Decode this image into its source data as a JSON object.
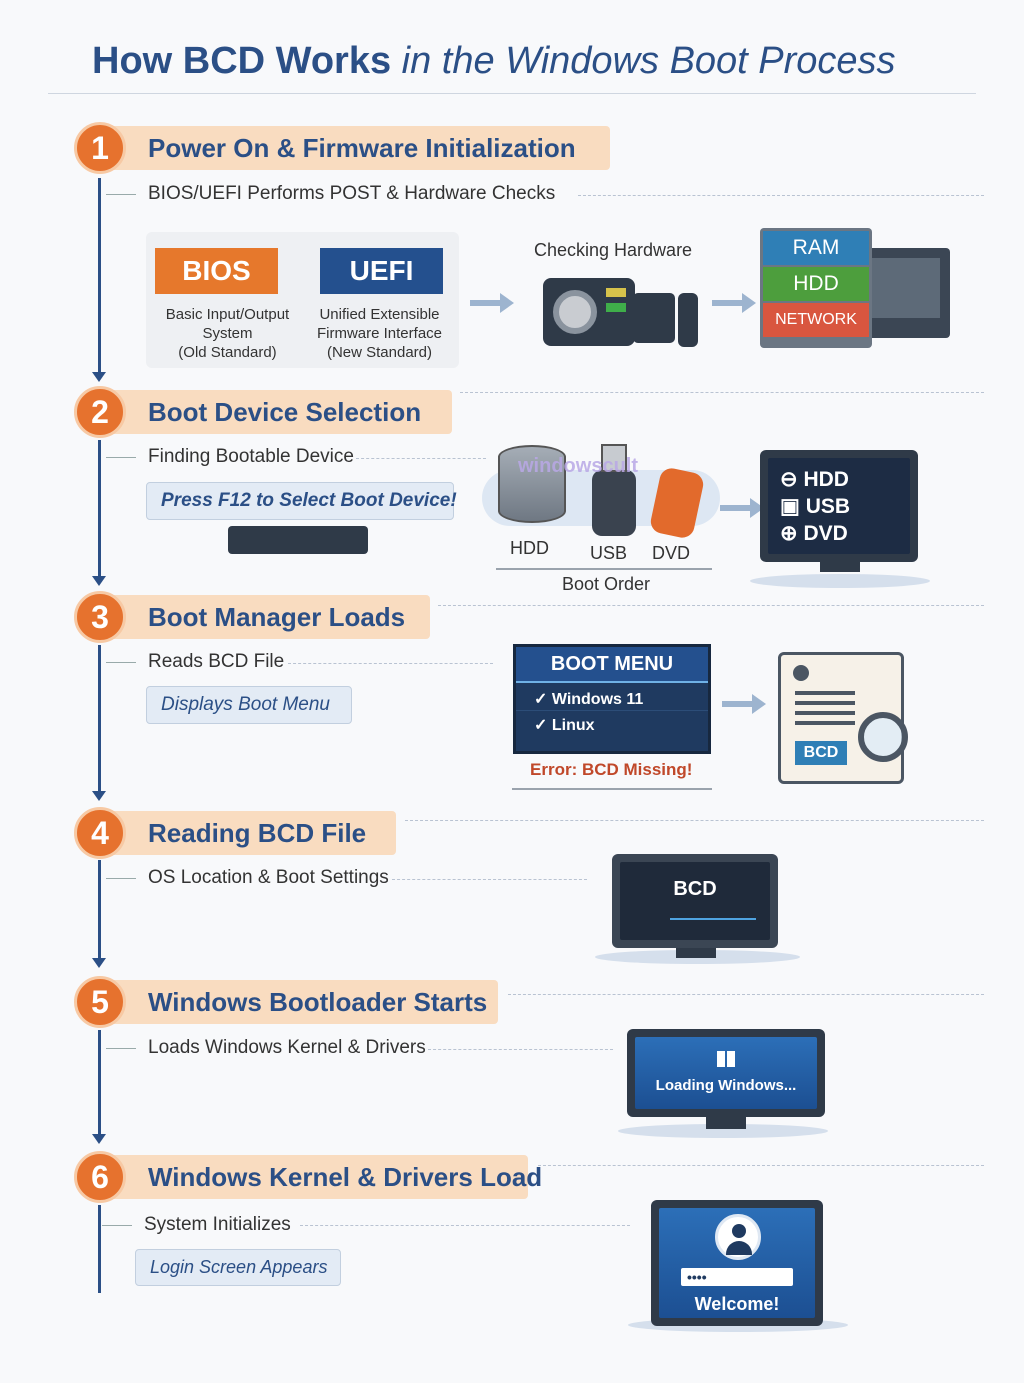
{
  "title": {
    "bold": "How BCD Works",
    "italic": "in the Windows Boot Process"
  },
  "colors": {
    "accent": "#2b4f86",
    "orange": "#e6722e",
    "peach": "#f9dcc0"
  },
  "steps": [
    {
      "number": "1",
      "title": "Power On & Firmware Initialization",
      "subtitle": "BIOS/UEFI Performs POST & Hardware Checks"
    },
    {
      "number": "2",
      "title": "Boot Device Selection",
      "subtitle": "Finding Bootable Device",
      "pill": "Press F12 to Select Boot Device!"
    },
    {
      "number": "3",
      "title": "Boot Manager Loads",
      "subtitle": "Reads BCD File",
      "pill": "Displays Boot Menu"
    },
    {
      "number": "4",
      "title": "Reading BCD File",
      "subtitle": "OS Location & Boot Settings"
    },
    {
      "number": "5",
      "title": "Windows Bootloader Starts",
      "subtitle": "Loads Windows Kernel & Drivers"
    },
    {
      "number": "6",
      "title": "Windows Kernel & Drivers Load",
      "subtitle": "System Initializes",
      "pill": "Login Screen Appears"
    }
  ],
  "firmware": {
    "bios": {
      "name": "BIOS",
      "desc1": "Basic Input/Output",
      "desc2": "System",
      "desc3": "(Old Standard)"
    },
    "uefi": {
      "name": "UEFI",
      "desc1": "Unified Extensible",
      "desc2": "Firmware Interface",
      "desc3": "(New Standard)"
    },
    "checking": "Checking Hardware",
    "hardware": [
      "RAM",
      "HDD",
      "NETWORK"
    ]
  },
  "boot_devices": {
    "devices": [
      "HDD",
      "USB",
      "DVD"
    ],
    "caption": "Boot Order",
    "watermark": "windowscult",
    "screen_items": [
      "HDD",
      "USB",
      "DVD"
    ]
  },
  "boot_menu": {
    "title": "BOOT MENU",
    "items": [
      "✓ Windows 11",
      "✓ Linux"
    ],
    "error": "Error: BCD Missing!",
    "doc_label": "BCD"
  },
  "bcd_screen": {
    "label": "BCD"
  },
  "loading_screen": {
    "label": "Loading Windows..."
  },
  "welcome_screen": {
    "password": "••••",
    "label": "Welcome!"
  }
}
